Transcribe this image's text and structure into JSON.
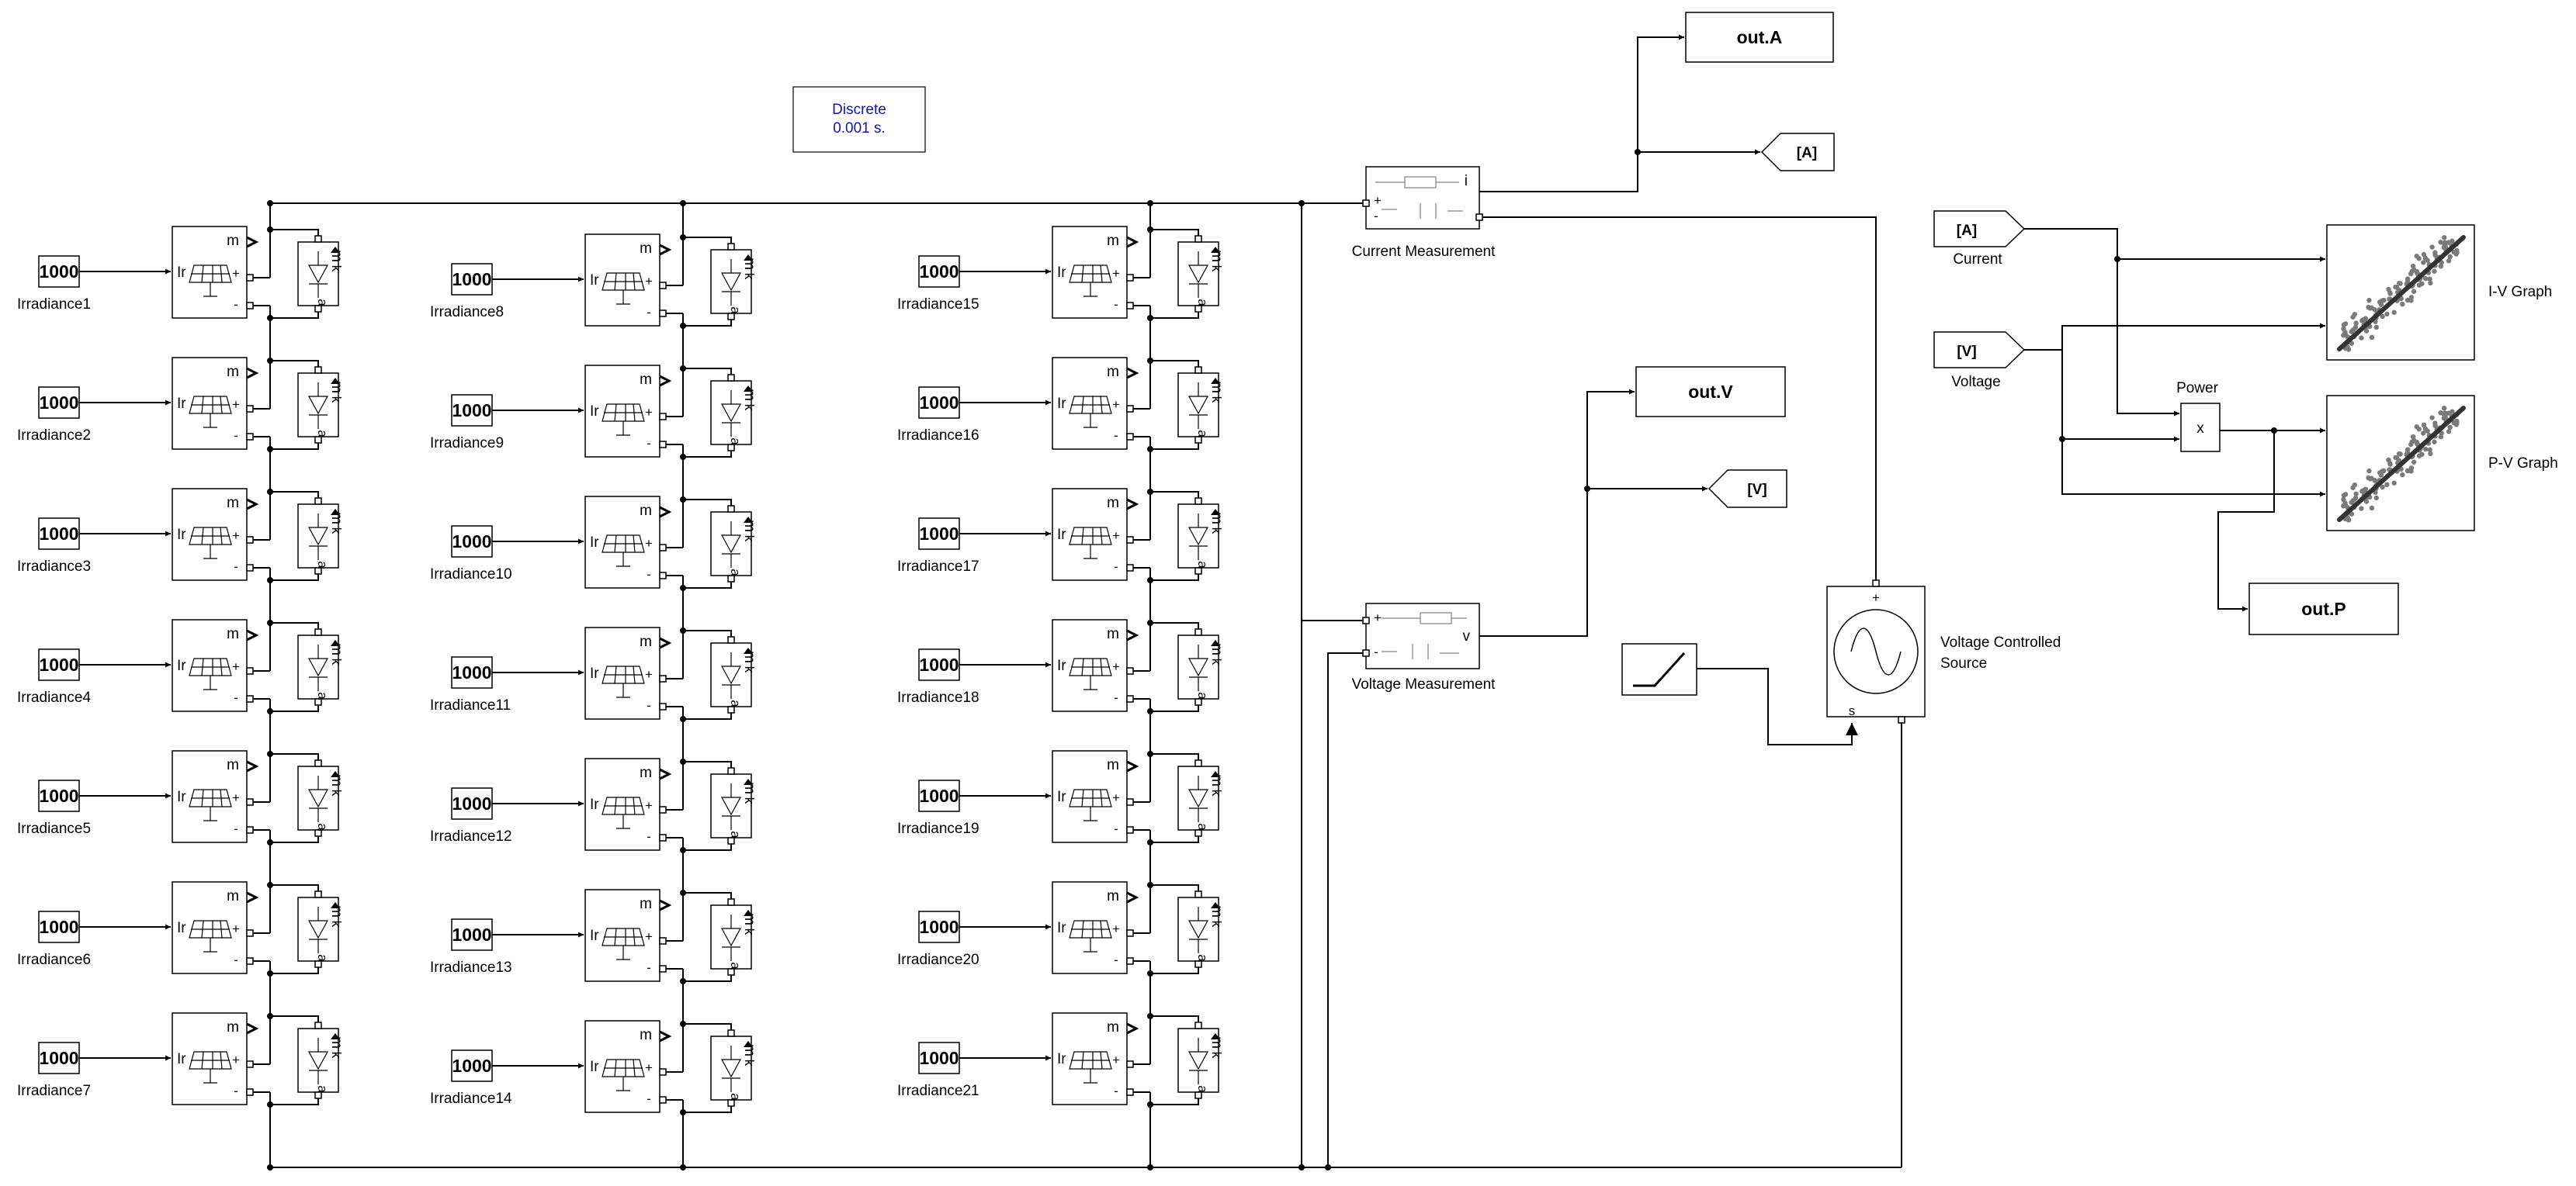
{
  "solver": {
    "line1": "Discrete",
    "line2": "0.001 s."
  },
  "pv_strings": [
    {
      "column": 1,
      "irradiance_value": "1000",
      "labels": [
        "Irradiance1",
        "Irradiance2",
        "Irradiance3",
        "Irradiance4",
        "Irradiance5",
        "Irradiance6",
        "Irradiance7"
      ]
    },
    {
      "column": 2,
      "irradiance_value": "1000",
      "labels": [
        "Irradiance8",
        "Irradiance9",
        "Irradiance10",
        "Irradiance11",
        "Irradiance12",
        "Irradiance13",
        "Irradiance14"
      ]
    },
    {
      "column": 3,
      "irradiance_value": "1000",
      "labels": [
        "Irradiance15",
        "Irradiance16",
        "Irradiance17",
        "Irradiance18",
        "Irradiance19",
        "Irradiance20",
        "Irradiance21"
      ]
    }
  ],
  "pv_ports": {
    "irradiance": "Ir",
    "plus": "+",
    "minus": "-",
    "measure": "m"
  },
  "diode_ports": {
    "measure": "m",
    "cathode": "k",
    "anode": "a"
  },
  "current_measurement": {
    "label": "Current Measurement",
    "port_out": "i",
    "port_plus": "+",
    "port_minus": "-"
  },
  "voltage_measurement": {
    "label": "Voltage Measurement",
    "port_out": "v",
    "port_plus": "+",
    "port_minus": "-"
  },
  "voltage_source": {
    "label_line1": "Voltage Controlled",
    "label_line2": "Source",
    "port_s": "s",
    "port_plus": "+"
  },
  "outputs": {
    "out_a": "out.A",
    "out_v": "out.V",
    "out_p": "out.P"
  },
  "goto_tags": {
    "a": "[A]",
    "v": "[V]"
  },
  "from_tags": {
    "current_tag": "[A]",
    "current_label": "Current",
    "voltage_tag": "[V]",
    "voltage_label": "Voltage"
  },
  "product": {
    "label": "Power",
    "symbol": "x"
  },
  "scopes": {
    "iv_label": "I-V Graph",
    "pv_label": "P-V Graph"
  }
}
